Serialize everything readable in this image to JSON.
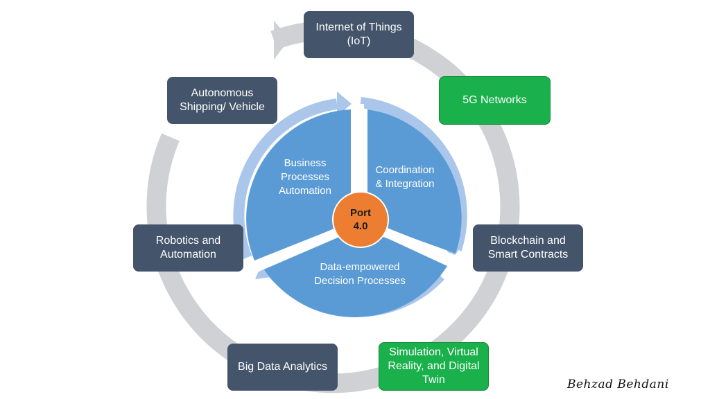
{
  "colors": {
    "outer_ring": "#cfd1d4",
    "inner_ring": "#aac6ea",
    "sector_fill": "#5b9bd5",
    "hub": "#ed7d31",
    "dark_box": "#44546a",
    "green_box": "#1ab04b"
  },
  "hub": {
    "label": "Port\n4.0"
  },
  "inner_sectors": [
    {
      "label": "Business\nProcesses\nAutomation"
    },
    {
      "label": "Coordination\n& Integration"
    },
    {
      "label": "Data-empowered\nDecision Processes"
    }
  ],
  "outer_items": [
    {
      "label": "Internet of Things\n(IoT)",
      "style": "dark"
    },
    {
      "label": "5G Networks",
      "style": "green"
    },
    {
      "label": "Blockchain and\nSmart Contracts",
      "style": "dark"
    },
    {
      "label": "Simulation, Virtual\nReality, and Digital\nTwin",
      "style": "green"
    },
    {
      "label": "Big Data Analytics",
      "style": "dark"
    },
    {
      "label": "Robotics and\nAutomation",
      "style": "dark"
    },
    {
      "label": "Autonomous\nShipping/ Vehicle",
      "style": "dark"
    }
  ],
  "signature": "Behzad Behdani"
}
